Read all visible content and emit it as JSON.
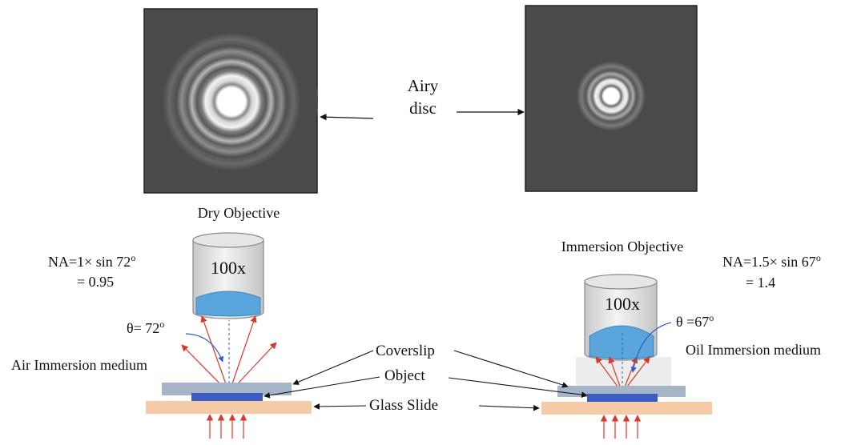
{
  "airy_label": [
    "Airy",
    "disc"
  ],
  "panels": {
    "dry": {
      "label": "Dry Objective",
      "magnification": "100x",
      "na_line1": "NA=1× sin 72",
      "na_line2": "= 0.95",
      "theta": "θ= 72",
      "medium": "Air Immersion medium"
    },
    "immersion": {
      "label": "Immersion Objective",
      "magnification": "100x",
      "na_line1": "NA=1.5× sin 67",
      "na_line2": "= 1.4",
      "theta": "θ =67",
      "medium": "Oil Immersion medium"
    }
  },
  "degree_sign": "o",
  "center_labels": {
    "coverslip": "Coverslip",
    "object": "Object",
    "glass_slide": "Glass Slide"
  },
  "colors": {
    "lens": "#5aa6dc",
    "ray": "#d8392b",
    "guide": "#2e5fc4",
    "coverslip": "#a6b4c8",
    "object": "#3c5cc2",
    "slide": "#f5caa6",
    "oil": "#ededed",
    "airy_bg": "#4a4a4a"
  }
}
